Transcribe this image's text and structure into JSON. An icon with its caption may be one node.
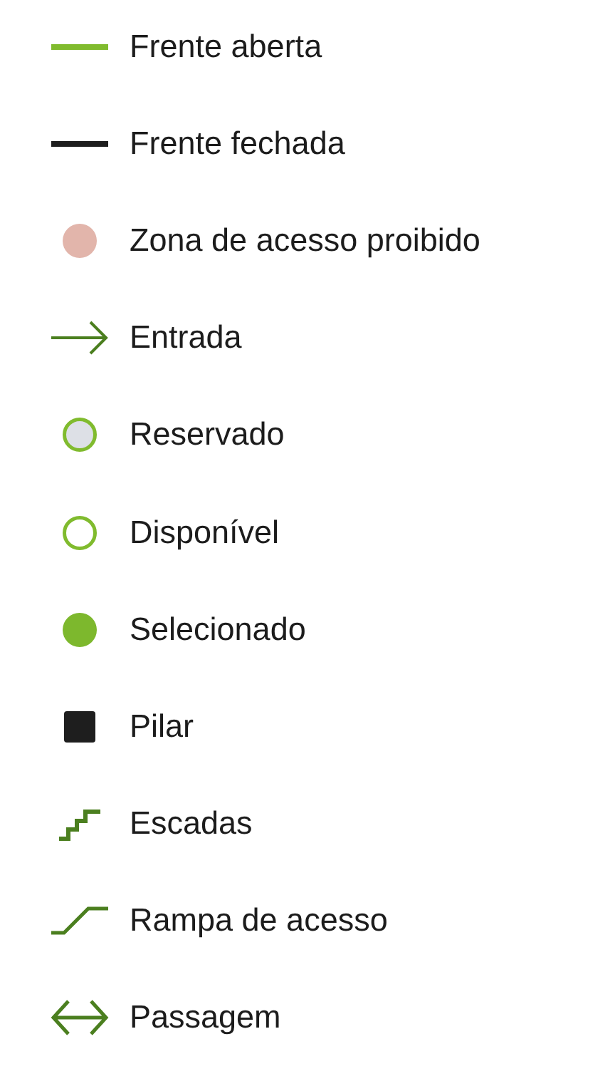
{
  "diagram": {
    "legend": [
      {
        "text": "Frente aberta"
      },
      {
        "text": "Frente fechada"
      },
      {
        "text": "Zona de acesso proibido",
        "color": "#e2b5ab"
      },
      {
        "text": "Entrada"
      },
      {
        "text": "Reservado"
      },
      {
        "text": "Disponível"
      },
      {
        "text": "Selecionado",
        "color": "#7db82d"
      },
      {
        "text": "Pilar",
        "color": "#1e1e1e"
      },
      {
        "text": "Escadas"
      },
      {
        "text": "Rampa de acesso"
      },
      {
        "text": "Passagem"
      }
    ]
  }
}
